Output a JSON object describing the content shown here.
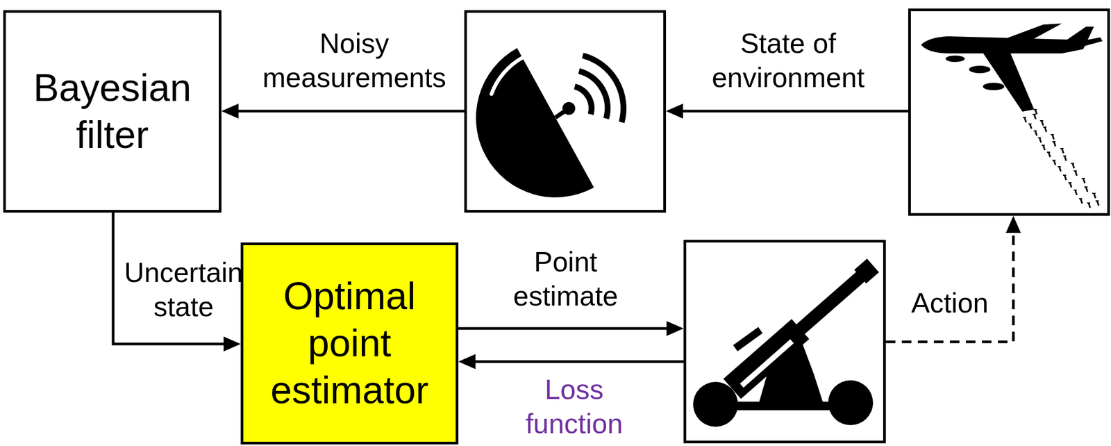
{
  "diagram": {
    "nodes": [
      {
        "text": [
          "Bayesian filter"
        ]
      },
      {
        "text": []
      },
      {
        "text": []
      },
      {
        "text": [
          "Optimal point estimator"
        ]
      },
      {
        "text": []
      }
    ],
    "edges": [
      {
        "from": 1,
        "to": 0,
        "label": "Noisy measurements",
        "arrow": "to"
      },
      {
        "from": 2,
        "to": 1,
        "label": "State of environment",
        "arrow": "to"
      },
      {
        "from": 0,
        "to": 3,
        "label": "Uncertain state",
        "arrow": "to"
      },
      {
        "from": 3,
        "to": 4,
        "label": "Point estimate",
        "arrow": "to"
      },
      {
        "from": 4,
        "to": 3,
        "label": "Loss function",
        "arrow": "to"
      },
      {
        "from": 4,
        "to": 2,
        "label": "Action",
        "arrow": "to"
      }
    ]
  }
}
